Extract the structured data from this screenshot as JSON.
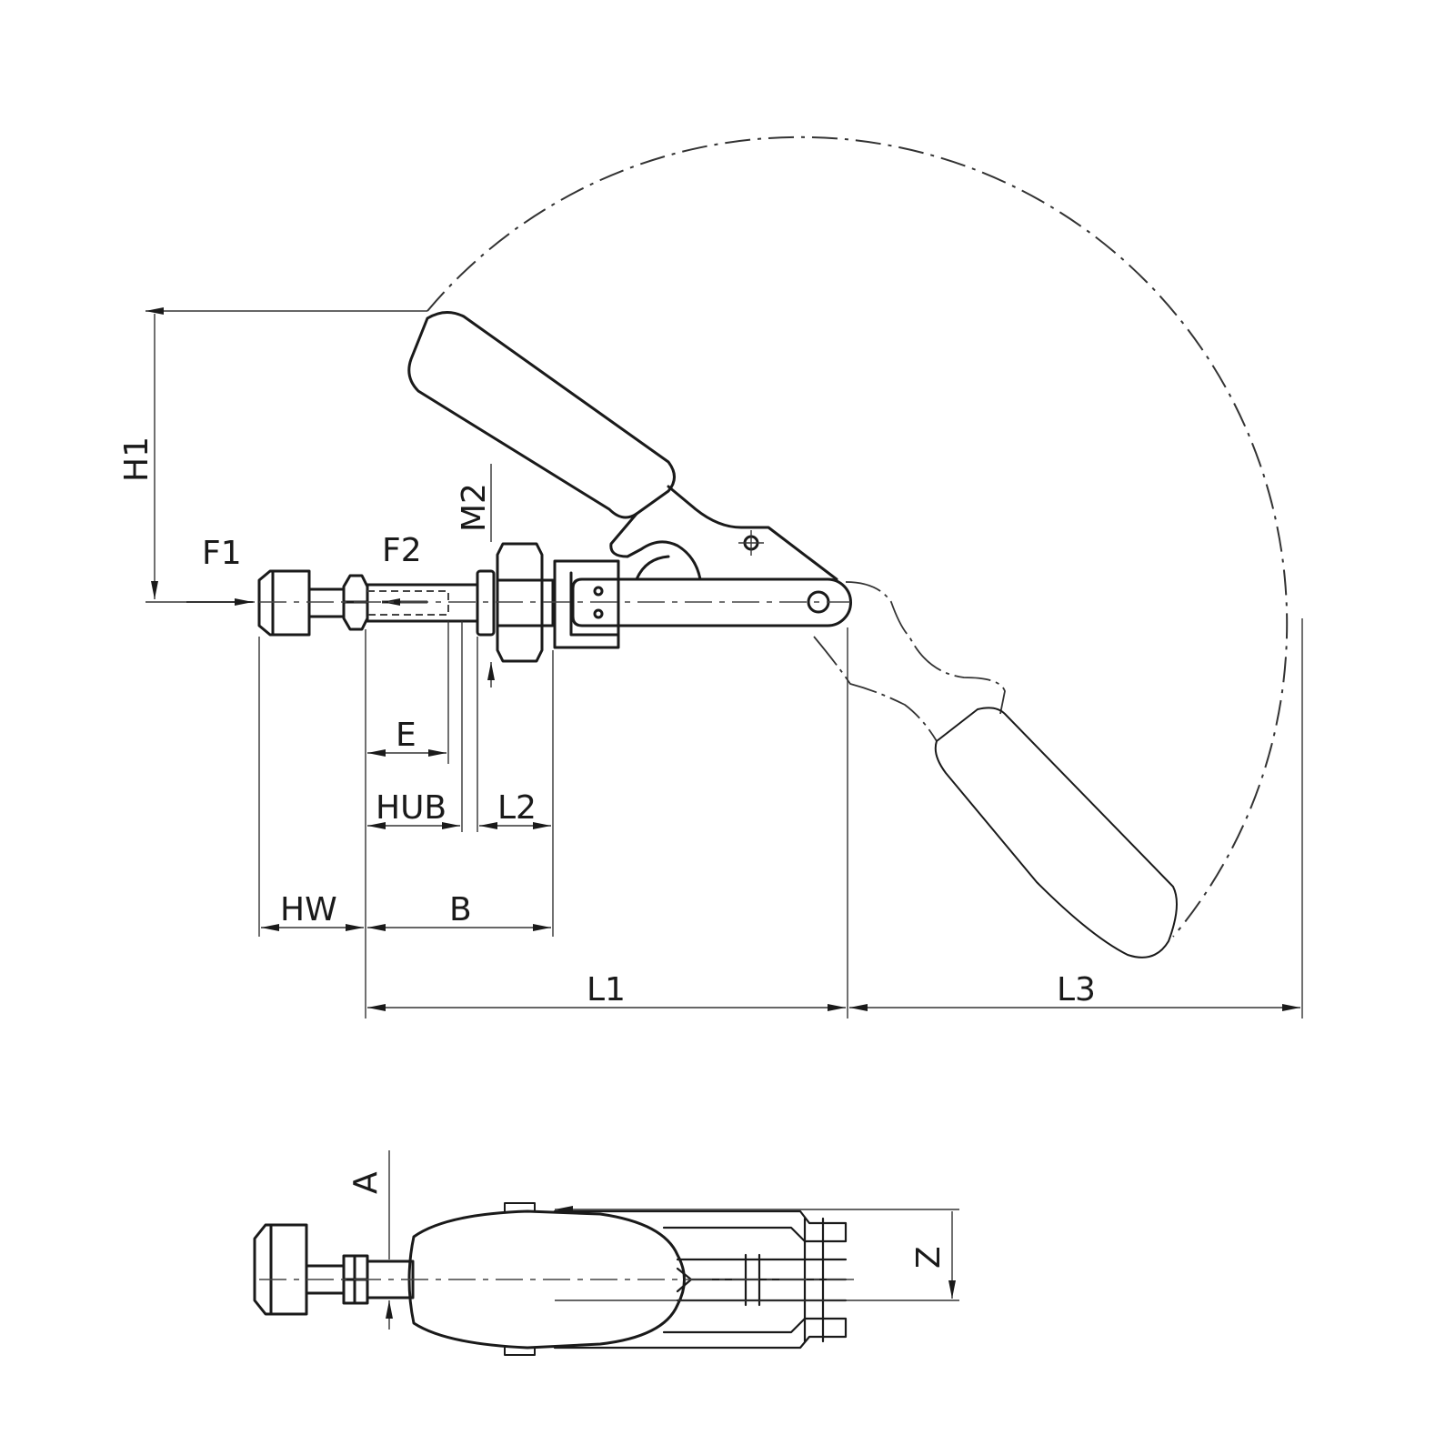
{
  "labels": {
    "h1": "H1",
    "f1": "F1",
    "f2": "F2",
    "m2": "M2",
    "e": "E",
    "hub": "HUB",
    "l2": "L2",
    "hw": "HW",
    "b": "B",
    "l1": "L1",
    "l3": "L3",
    "a": "A",
    "z": "Z"
  },
  "colors": {
    "line": "#1a1a1a",
    "background": "#ffffff"
  }
}
